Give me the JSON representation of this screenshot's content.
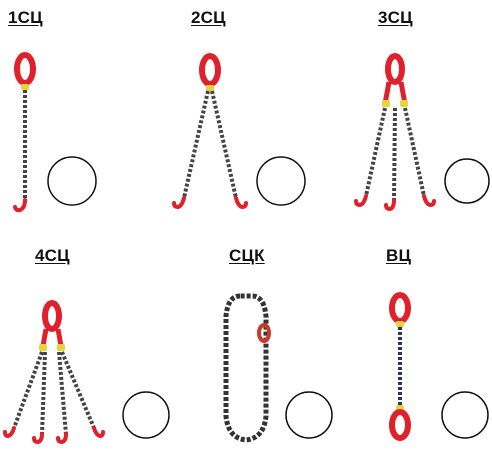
{
  "items": [
    {
      "code": "1СЦ"
    },
    {
      "code": "2СЦ"
    },
    {
      "code": "3СЦ"
    },
    {
      "code": "4СЦ"
    },
    {
      "code": "СЦК"
    },
    {
      "code": "ВЦ"
    }
  ],
  "colors": {
    "ring": "#e0202a",
    "link_yellow": "#e8d43a",
    "chain": "#444444",
    "chain_blue": "#2a2f6a",
    "circle": "#111111"
  }
}
